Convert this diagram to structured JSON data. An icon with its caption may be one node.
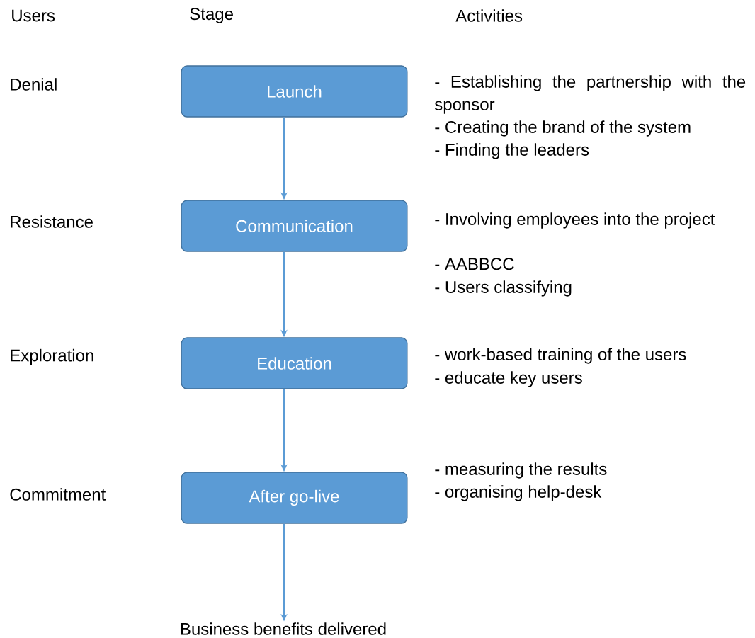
{
  "diagram": {
    "nodes": [
      {
        "text": [
          "Launch"
        ]
      },
      {
        "text": [
          "Communication"
        ]
      },
      {
        "text": [
          "Education"
        ]
      },
      {
        "text": [
          "After go-live"
        ]
      },
      {
        "text": [
          "Business benefits delivered"
        ]
      }
    ],
    "edges": [
      {
        "from": 0,
        "to": 1,
        "arrow": "to"
      },
      {
        "from": 1,
        "to": 2,
        "arrow": "to"
      },
      {
        "from": 2,
        "to": 3,
        "arrow": "to"
      },
      {
        "from": 3,
        "to": 4,
        "arrow": "to"
      }
    ],
    "labels": [
      "Users",
      "Stage",
      "Activities",
      "Denial",
      "- Establishing the partnership with the sponsor",
      "- Creating the brand of the system",
      "- Finding the leaders",
      "Resistance",
      "- Involving employees into the project",
      "- AABBCC",
      "- Users classifying",
      "Exploration",
      "- work-based training of the users",
      "- educate key users",
      "Commitment",
      "- measuring the results",
      "- organising help-desk"
    ]
  }
}
